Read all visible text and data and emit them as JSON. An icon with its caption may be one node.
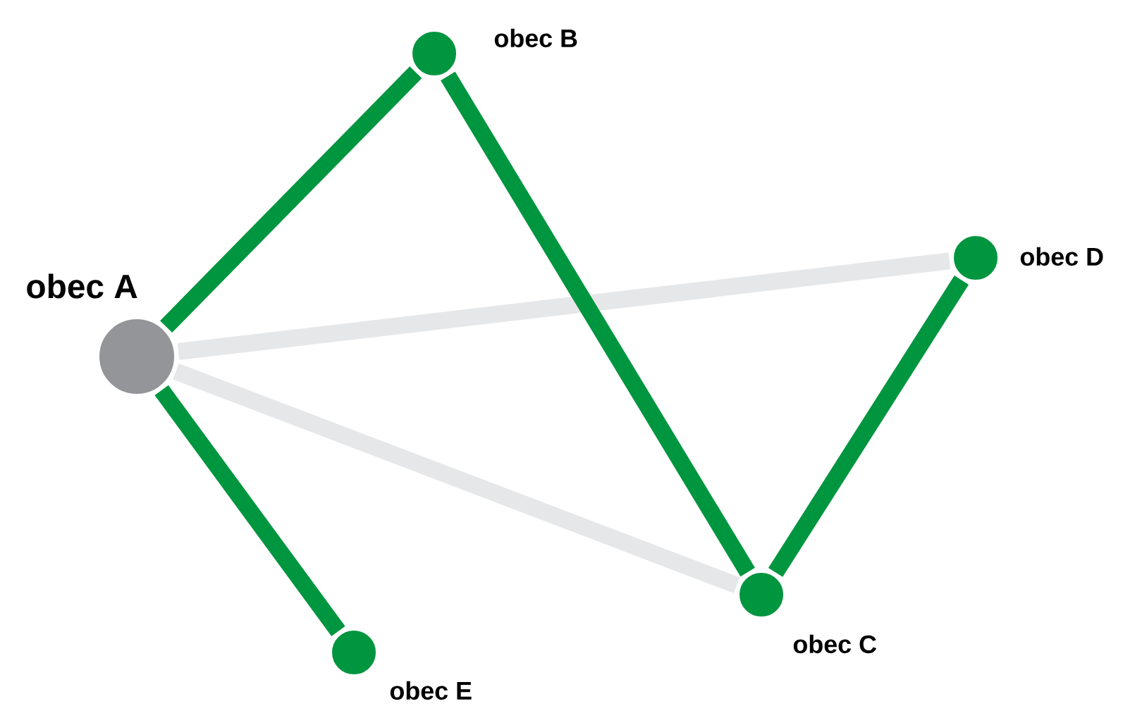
{
  "diagram": {
    "nodes": [
      {
        "text": [],
        "shape": "circle",
        "beside": [
          "obec A"
        ]
      },
      {
        "text": [],
        "shape": "circle",
        "beside": [
          "obec B"
        ]
      },
      {
        "text": [],
        "shape": "circle",
        "beside": [
          "obec C"
        ]
      },
      {
        "text": [],
        "shape": "circle",
        "beside": [
          "obec D"
        ]
      },
      {
        "text": [],
        "shape": "circle",
        "beside": [
          "obec E"
        ]
      }
    ],
    "edges": [
      {
        "from": 0,
        "to": 3,
        "arrow": "none",
        "color": "#e6e7e8"
      },
      {
        "from": 0,
        "to": 2,
        "arrow": "none",
        "color": "#e6e7e8"
      },
      {
        "from": 0,
        "to": 1,
        "arrow": "none"
      },
      {
        "from": 1,
        "to": 2,
        "arrow": "none"
      },
      {
        "from": 2,
        "to": 3,
        "arrow": "none"
      },
      {
        "from": 0,
        "to": 4,
        "arrow": "none"
      }
    ]
  }
}
